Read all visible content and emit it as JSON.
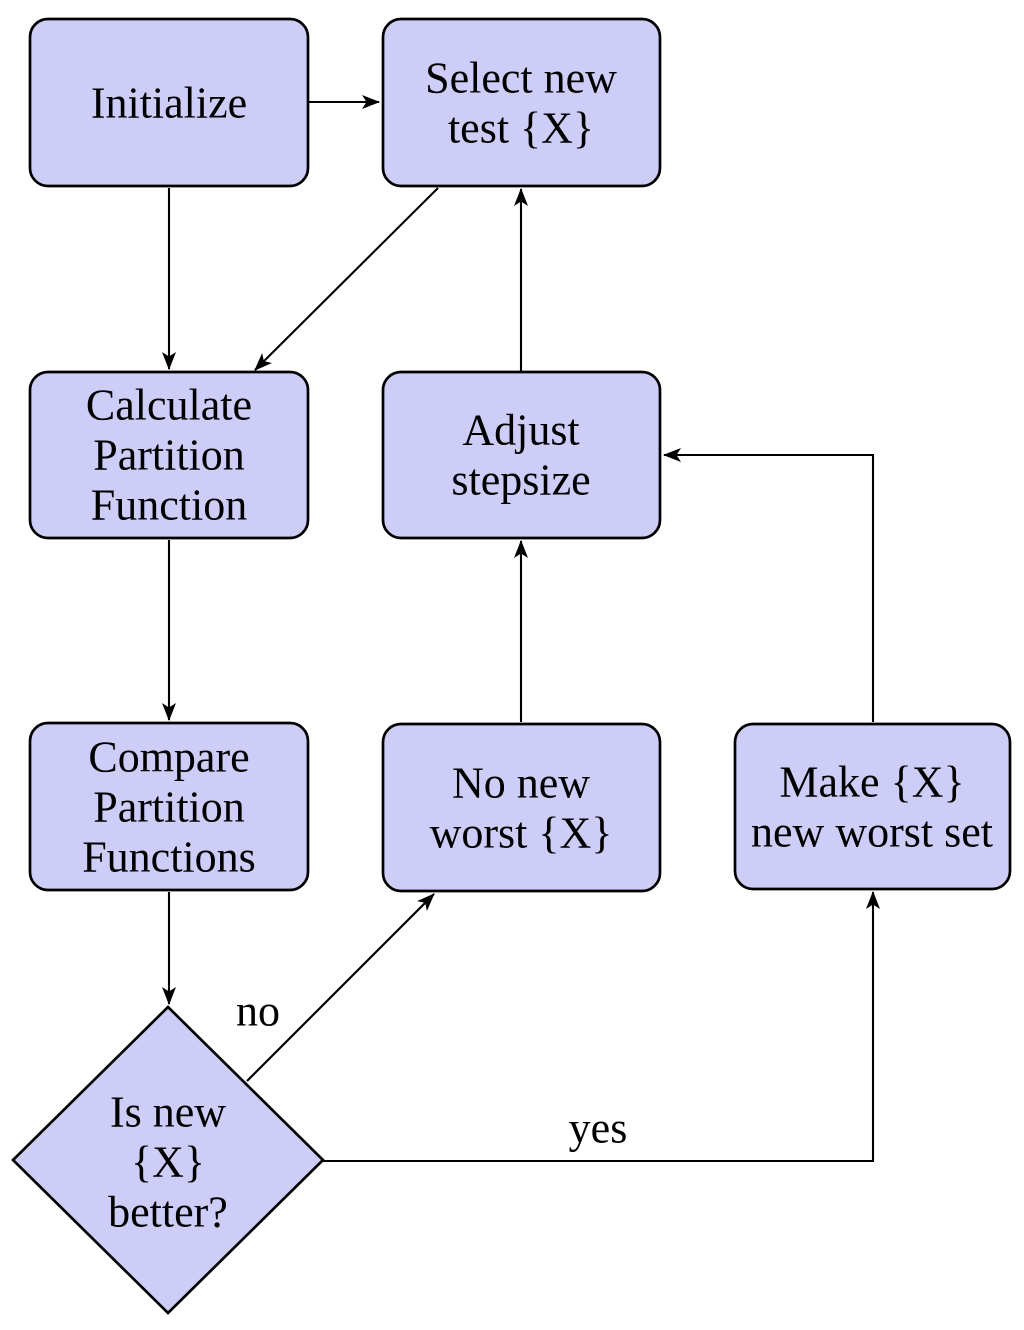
{
  "colors": {
    "node_fill": "#cdcdf8",
    "stroke": "#000000",
    "text": "#000000",
    "background": "#ffffff"
  },
  "nodes": {
    "initialize": {
      "lines": [
        "Initialize"
      ]
    },
    "select_new_test": {
      "lines": [
        "Select new",
        "test {X}"
      ]
    },
    "calculate_partition": {
      "lines": [
        "Calculate",
        "Partition",
        "Function"
      ]
    },
    "adjust_stepsize": {
      "lines": [
        "Adjust",
        "stepsize"
      ]
    },
    "compare_partition": {
      "lines": [
        "Compare",
        "Partition",
        "Functions"
      ]
    },
    "no_new_worst": {
      "lines": [
        "No new",
        "worst {X}"
      ]
    },
    "make_new_worst": {
      "lines": [
        "Make {X}",
        "new worst set"
      ]
    },
    "is_new_better": {
      "lines": [
        "Is new",
        "{X}",
        "better?"
      ]
    }
  },
  "edge_labels": {
    "no": "no",
    "yes": "yes"
  }
}
